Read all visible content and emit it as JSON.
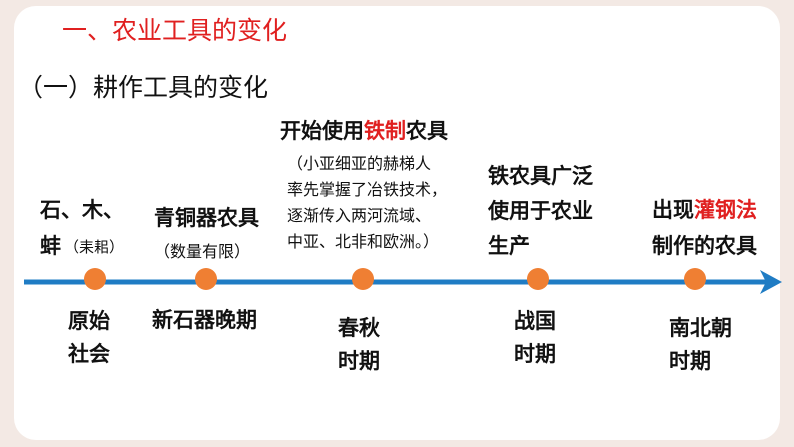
{
  "heading": "一、农业工具的变化",
  "subheading": "（一）耕作工具的变化",
  "colors": {
    "accent": "#e02020",
    "line": "#1f7cc4",
    "dot": "#ef7f33"
  },
  "stages": [
    {
      "tool_line1": "石、木、",
      "tool_line2": "蚌",
      "tool_note": "（耒耜）",
      "period_line1": "原始",
      "period_line2": "社会"
    },
    {
      "tool_line1": "青铜器农具",
      "tool_note": "（数量有限）",
      "period_line1": "新石器晚期"
    },
    {
      "tool_prefix": "开始使用",
      "tool_highlight": "铁制",
      "tool_suffix": "农具",
      "note_lines": [
        "（小亚细亚的赫梯人",
        "率先掌握了冶铁技术，",
        "逐渐传入两河流域、",
        "中亚、北非和欧洲。）"
      ],
      "period_line1": "春秋",
      "period_line2": "时期"
    },
    {
      "tool_line1": "铁农具广泛",
      "tool_line2": "使用于农业",
      "tool_line3": "生产",
      "period_line1": "战国",
      "period_line2": "时期"
    },
    {
      "tool_prefix": "出现",
      "tool_highlight": "灌钢法",
      "tool_line2": "制作的农具",
      "period_line1": "南北朝",
      "period_line2": "时期"
    }
  ]
}
